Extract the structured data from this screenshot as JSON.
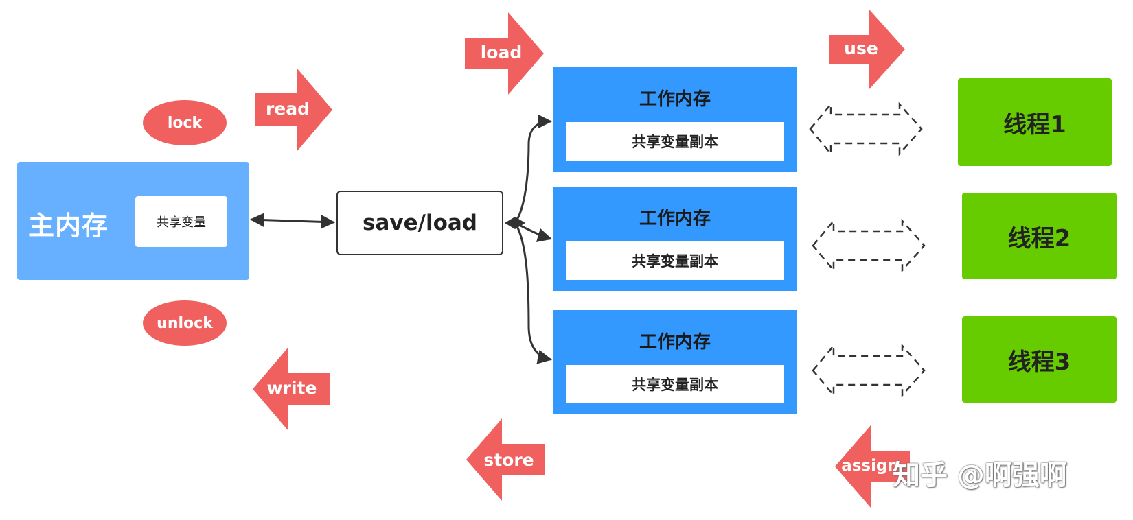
{
  "main_memory": {
    "title": "主内存",
    "shared_var": "共享变量"
  },
  "save_load": {
    "label": "save/load"
  },
  "working_memories": [
    {
      "title": "工作内存",
      "copy": "共享变量副本"
    },
    {
      "title": "工作内存",
      "copy": "共享变量副本"
    },
    {
      "title": "工作内存",
      "copy": "共享变量副本"
    }
  ],
  "threads": [
    {
      "label": "线程1"
    },
    {
      "label": "线程2"
    },
    {
      "label": "线程3"
    }
  ],
  "operations": {
    "lock": "lock",
    "unlock": "unlock",
    "read": "read",
    "write": "write",
    "load": "load",
    "store": "store",
    "use": "use",
    "assign": "assign"
  },
  "watermark": "知乎 @啊强啊",
  "colors": {
    "op_red": "#f0605f",
    "main_memory_blue": "#66b0ff",
    "working_memory_blue": "#3399ff",
    "thread_green": "#66cc00"
  }
}
